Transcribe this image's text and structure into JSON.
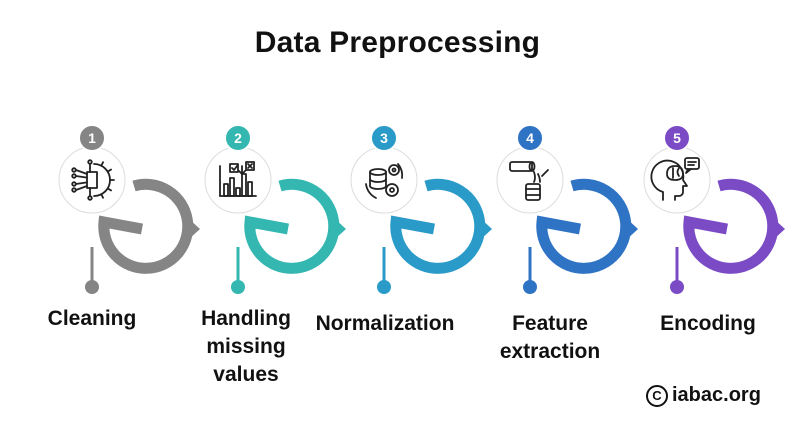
{
  "title": "Data Preprocessing",
  "steps": [
    {
      "number": "1",
      "label": "Cleaning",
      "color": "#858585",
      "icon": "gear-circuit-icon"
    },
    {
      "number": "2",
      "label": "Handling\nmissing\nvalues",
      "color": "#33b7b0",
      "icon": "bar-chart-check-icon"
    },
    {
      "number": "3",
      "label": "Normalization",
      "color": "#2a9bc9",
      "icon": "database-gear-icon"
    },
    {
      "number": "4",
      "label": "Feature\nextraction",
      "color": "#2f73c4",
      "icon": "pipe-barrel-icon"
    },
    {
      "number": "5",
      "label": "Encoding",
      "color": "#7a4bc5",
      "icon": "head-brain-icon"
    }
  ],
  "brand": {
    "symbol": "C",
    "text": "iabac.org"
  }
}
